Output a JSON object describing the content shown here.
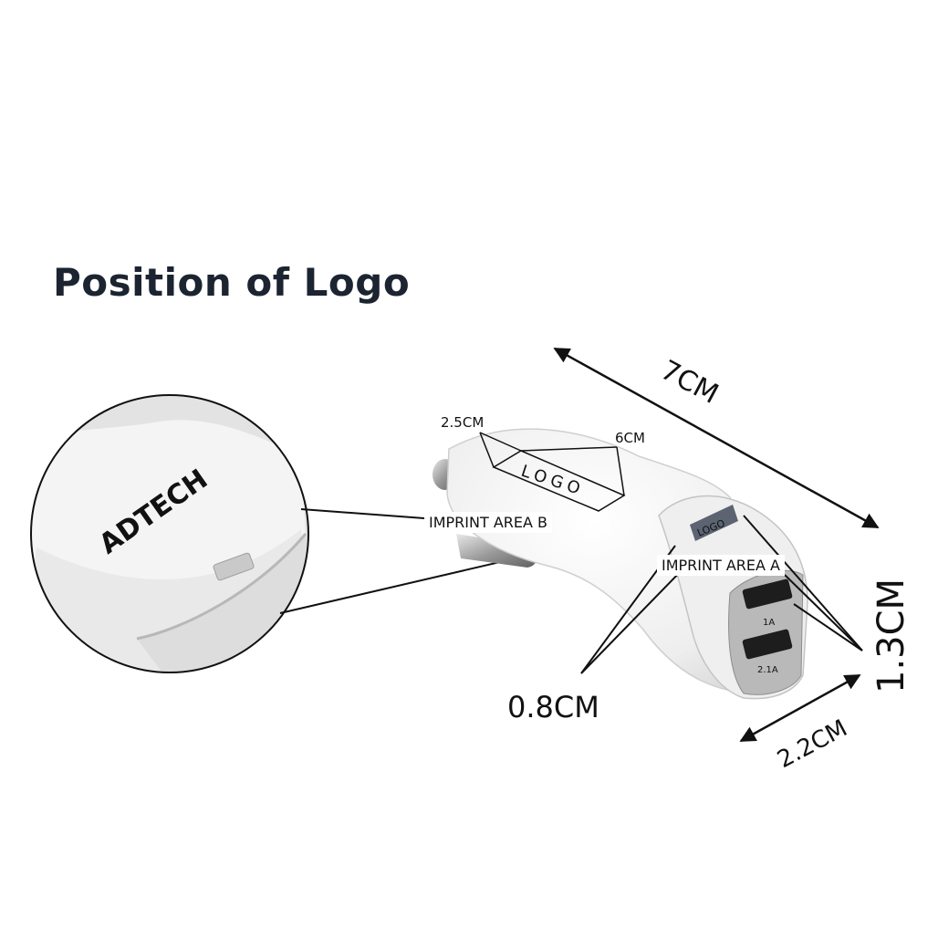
{
  "title": "Position of Logo",
  "brand_text": "ADTECH",
  "logo_placeholder": "LOGO",
  "port_labels": [
    "1A",
    "2.1A"
  ],
  "imprint_areas": [
    "IMPRINT AREA B",
    "IMPRINT AREA A"
  ],
  "dimensions": {
    "length": "7CM",
    "height": "1.3CM",
    "width": "2.2CM",
    "imprint_a_height": "0.8CM",
    "imprint_b_height": "2.5CM",
    "imprint_b_width": "6CM"
  },
  "colors": {
    "title": "#1c2431",
    "charger_body": "#f1f1f1",
    "brand_text": "#111111",
    "lines": "#111111"
  }
}
